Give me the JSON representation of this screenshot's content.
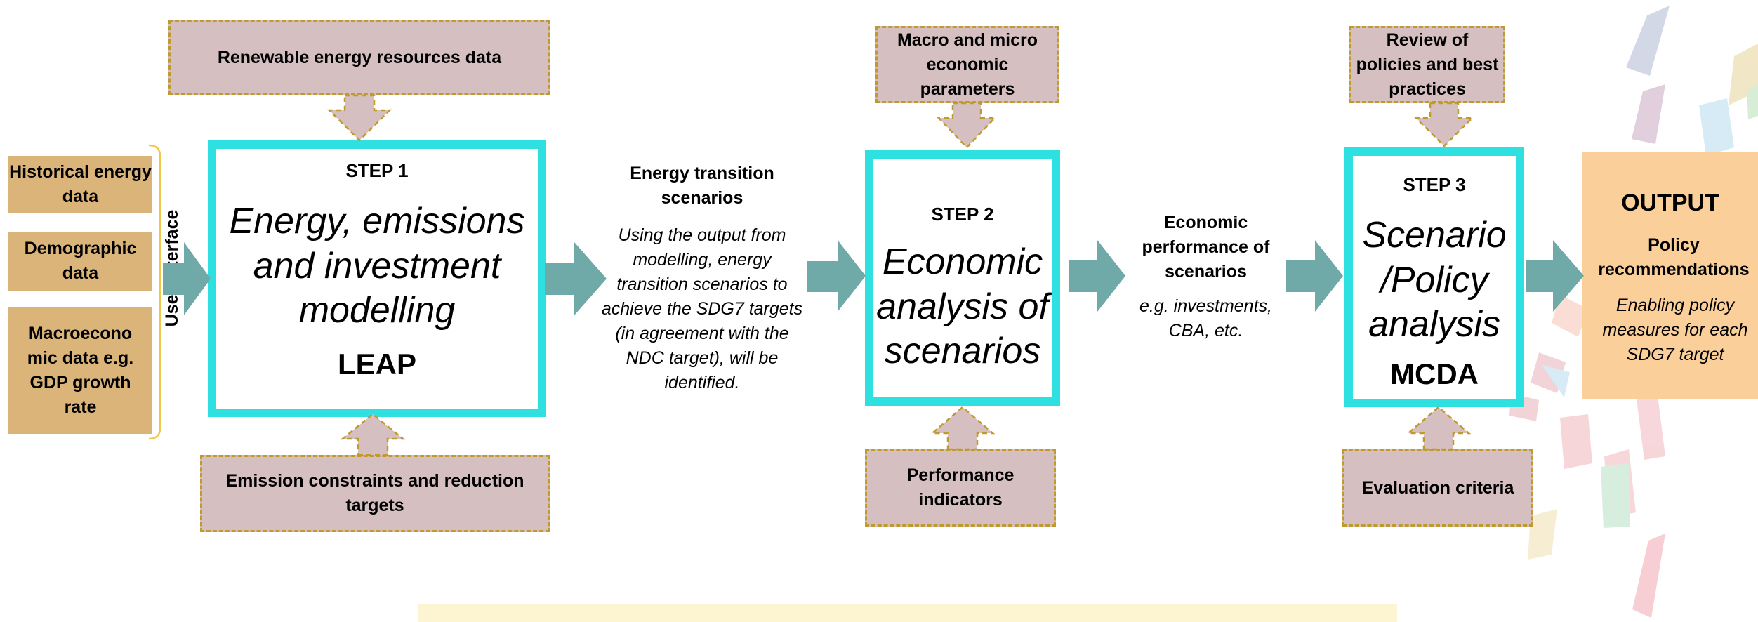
{
  "colors": {
    "step_border": "#2fe0e0",
    "input_fill": "#d5bfc1",
    "input_border": "#c09a2c",
    "side_fill": "#dbb47a",
    "arrow": "#6fa9a8",
    "output_fill": "#fbcf9a",
    "bracket": "#f2c84b",
    "banner": "#fdf5d2"
  },
  "side_inputs": [
    {
      "label": "Historical energy data"
    },
    {
      "label": "Demographic data"
    },
    {
      "label": "Macroecono mic data e.g. GDP growth rate"
    }
  ],
  "user_interface_label": "User interface",
  "top_inputs": [
    {
      "label": "Renewable energy resources data"
    },
    {
      "label": "Macro and micro economic parameters"
    },
    {
      "label": "Review of policies and best practices"
    }
  ],
  "bottom_inputs": [
    {
      "label": "Emission constraints and reduction targets"
    },
    {
      "label": "Performance indicators"
    },
    {
      "label": "Evaluation criteria"
    }
  ],
  "steps": [
    {
      "label": "STEP 1",
      "title": "Energy, emissions and investment modelling",
      "tool": "LEAP"
    },
    {
      "label": "STEP 2",
      "title": "Economic analysis of scenarios",
      "tool": ""
    },
    {
      "label": "STEP 3",
      "title": "Scenario /Policy analysis",
      "tool": "MCDA"
    }
  ],
  "transitions": [
    {
      "title": "Energy transition scenarios",
      "text": "Using the output from modelling, energy transition scenarios to achieve the SDG7 targets (in agreement with the NDC target), will be identified."
    },
    {
      "title": "Economic performance of scenarios",
      "text": "e.g. investments, CBA, etc."
    }
  ],
  "output": {
    "heading": "OUTPUT",
    "subheading": "Policy recommendations",
    "text": "Enabling policy measures for each SDG7 target"
  },
  "icons": {
    "arrows": "right-arrow-icon",
    "input_arrows": "down-arrow-icon",
    "decoration": "ring-segments-icon"
  }
}
